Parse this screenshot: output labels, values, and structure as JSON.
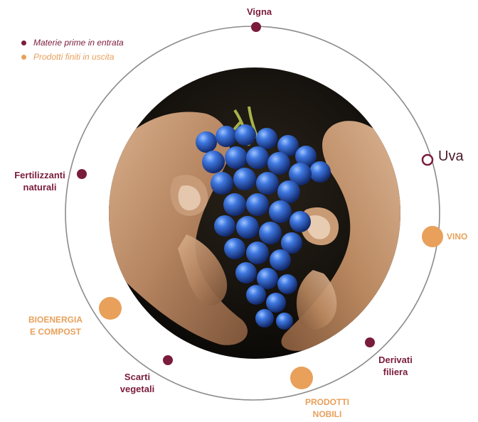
{
  "legend": {
    "inbound_label": "Materie prime in entrata",
    "outbound_label": "Prodotti finiti in uscita",
    "inbound_color": "#7a1c3c",
    "outbound_color": "#e8a05a"
  },
  "nodes": {
    "vigna": "Vigna",
    "uva": "Uva",
    "vino": "VINO",
    "derivati_line1": "Derivati",
    "derivati_line2": "filiera",
    "prodotti_line1": "PRODOTTI",
    "prodotti_line2": "NOBILI",
    "scarti_line1": "Scarti",
    "scarti_line2": "vegetali",
    "bioenergia_line1": "BIOENERGIA",
    "bioenergia_line2": "E COMPOST",
    "fertilizzanti_line1": "Fertilizzanti",
    "fertilizzanti_line2": "naturali"
  },
  "photo": {
    "subject": "hands-holding-grapes"
  }
}
